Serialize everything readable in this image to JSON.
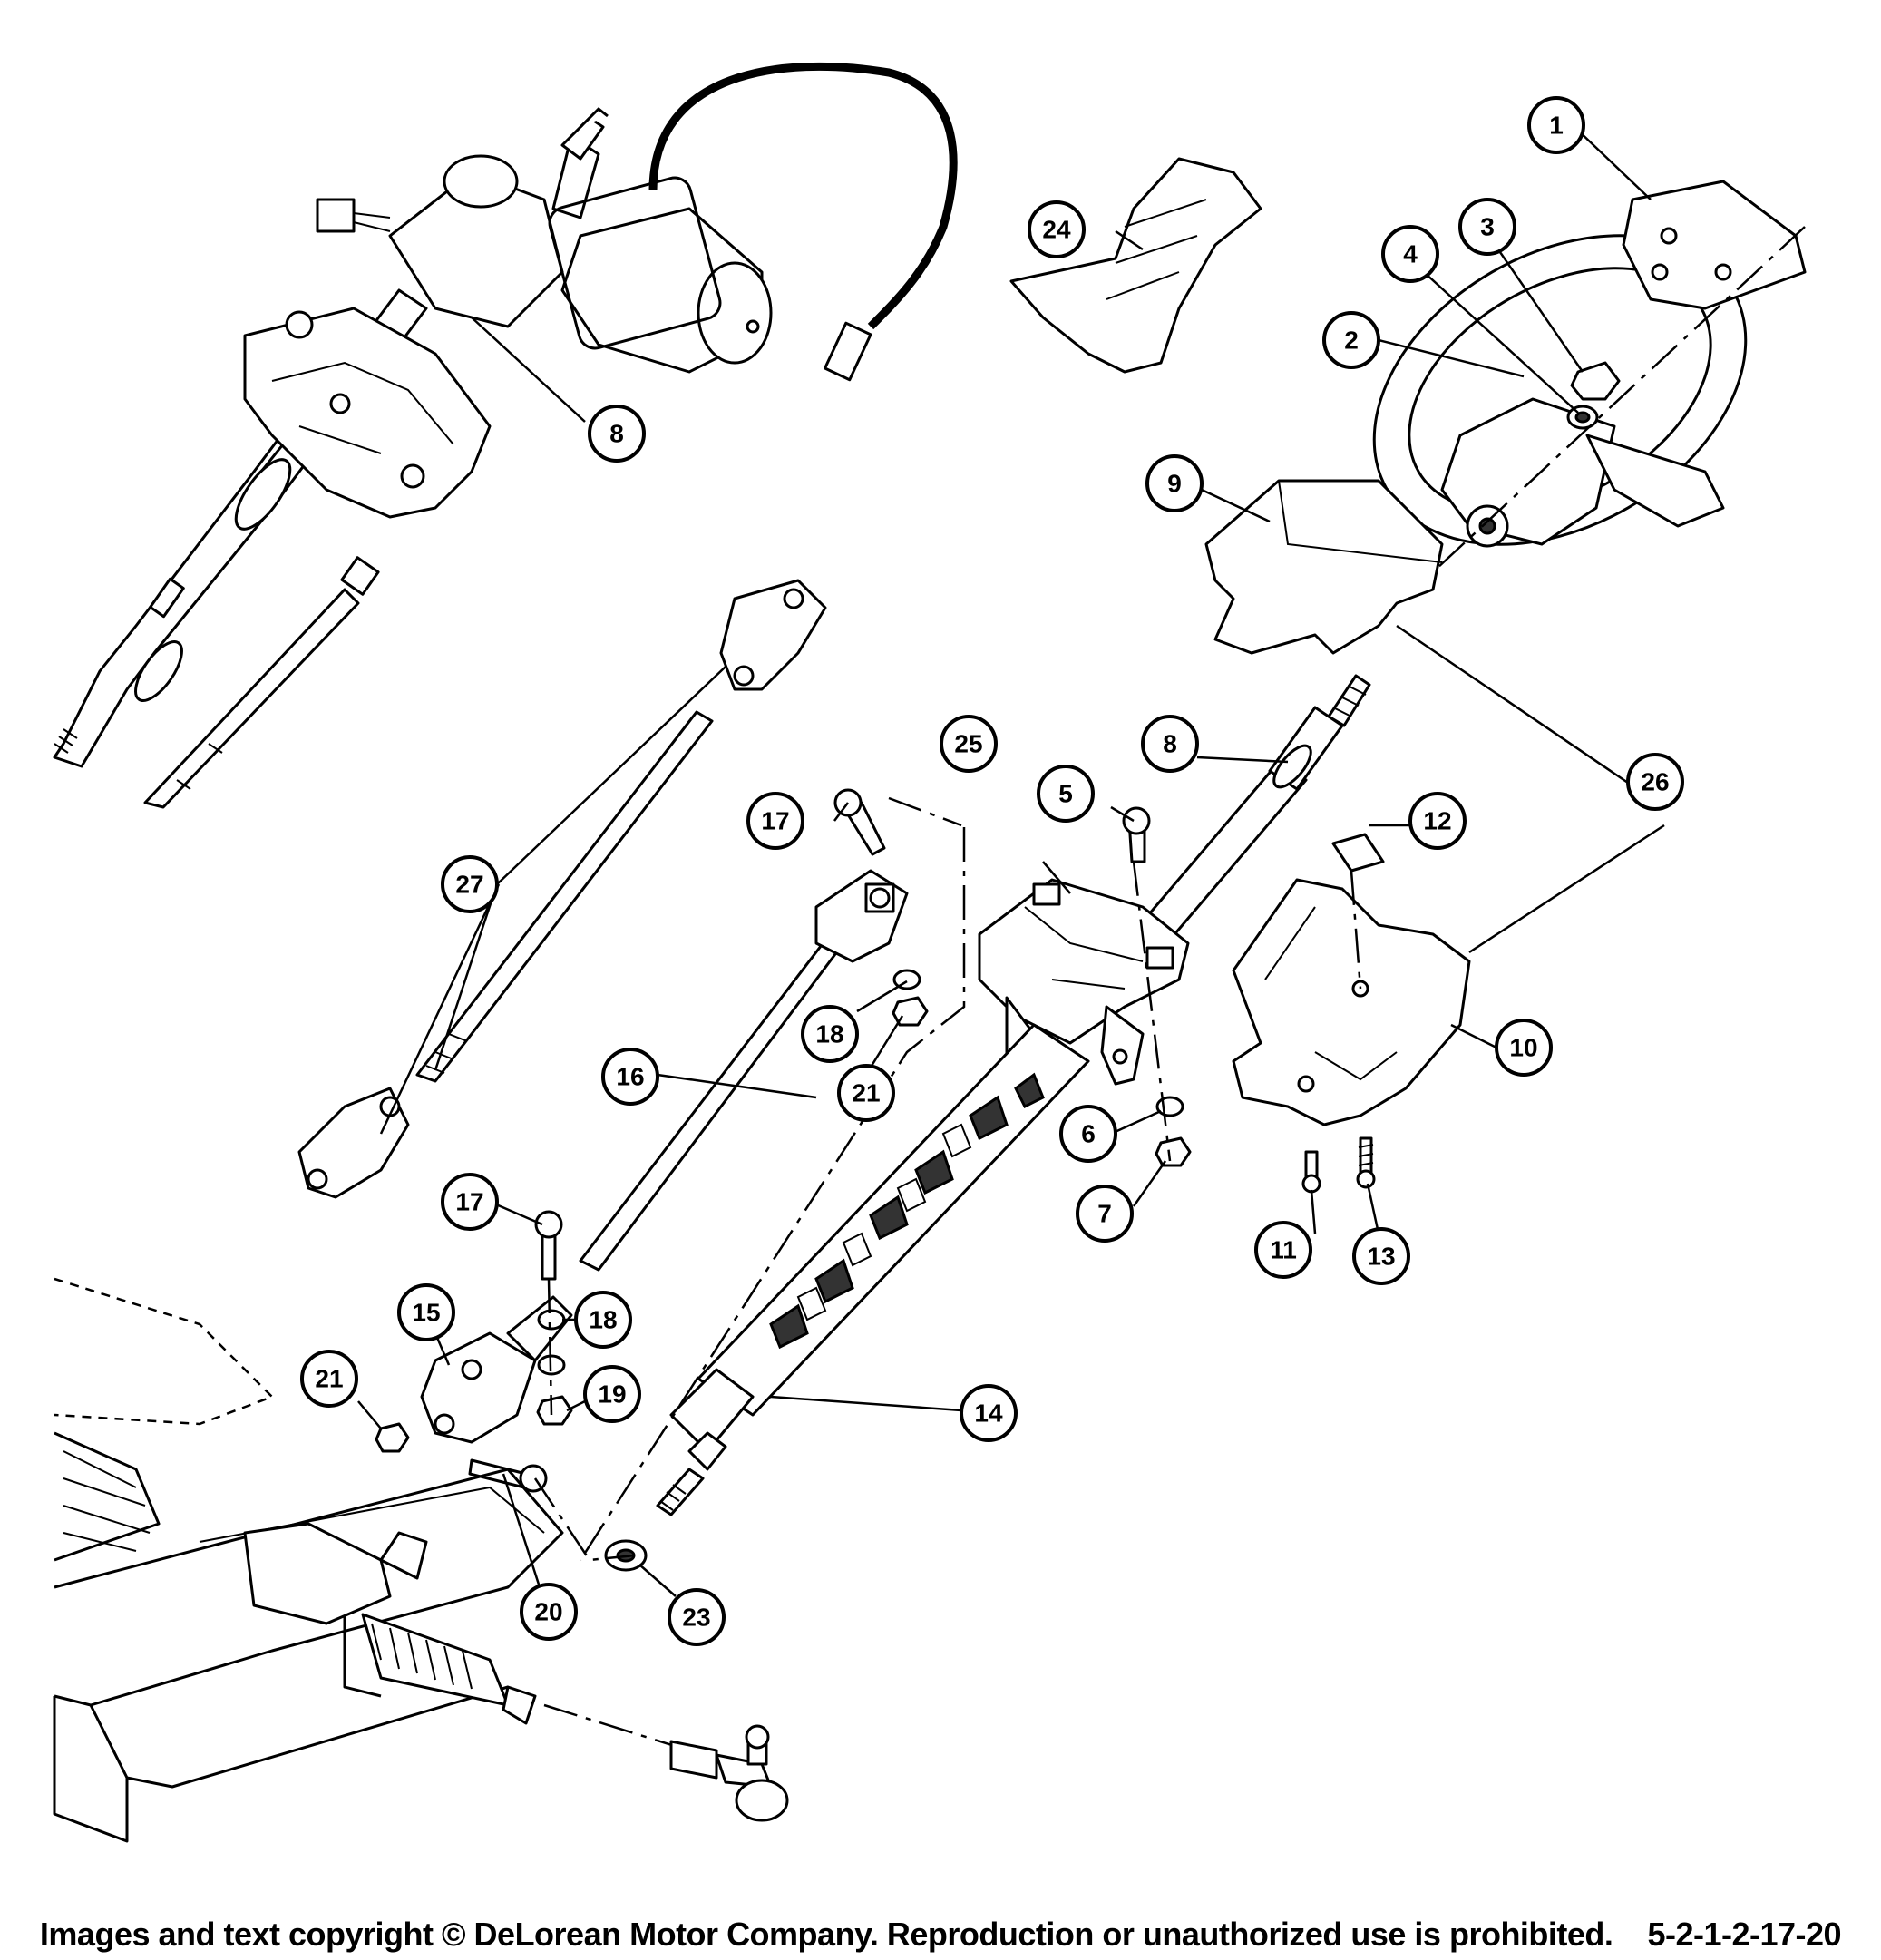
{
  "callouts": [
    {
      "id": "c1",
      "label": "1"
    },
    {
      "id": "c2",
      "label": "2"
    },
    {
      "id": "c3",
      "label": "3"
    },
    {
      "id": "c4",
      "label": "4"
    },
    {
      "id": "c5",
      "label": "5"
    },
    {
      "id": "c6",
      "label": "6"
    },
    {
      "id": "c7",
      "label": "7"
    },
    {
      "id": "c8a",
      "label": "8"
    },
    {
      "id": "c8b",
      "label": "8"
    },
    {
      "id": "c9",
      "label": "9"
    },
    {
      "id": "c10",
      "label": "10"
    },
    {
      "id": "c11",
      "label": "11"
    },
    {
      "id": "c12",
      "label": "12"
    },
    {
      "id": "c13",
      "label": "13"
    },
    {
      "id": "c14",
      "label": "14"
    },
    {
      "id": "c15",
      "label": "15"
    },
    {
      "id": "c16",
      "label": "16"
    },
    {
      "id": "c17a",
      "label": "17"
    },
    {
      "id": "c17b",
      "label": "17"
    },
    {
      "id": "c18a",
      "label": "18"
    },
    {
      "id": "c18b",
      "label": "18"
    },
    {
      "id": "c19",
      "label": "19"
    },
    {
      "id": "c20",
      "label": "20"
    },
    {
      "id": "c21a",
      "label": "21"
    },
    {
      "id": "c21b",
      "label": "21"
    },
    {
      "id": "c23",
      "label": "23"
    },
    {
      "id": "c24",
      "label": "24"
    },
    {
      "id": "c25",
      "label": "25"
    },
    {
      "id": "c26",
      "label": "26"
    },
    {
      "id": "c27",
      "label": "27"
    }
  ],
  "footer": {
    "copyright": "Images and text copyright © DeLorean Motor Company. Reproduction or unauthorized use is prohibited.",
    "part_code": "5-2-1-2-17-20"
  },
  "colors": {
    "ink": "#000000",
    "paper": "#ffffff"
  }
}
